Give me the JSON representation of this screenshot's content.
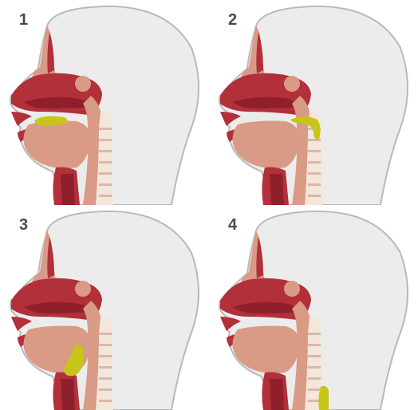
{
  "panels": [
    {
      "label": "1",
      "bolus_stage": "oral"
    },
    {
      "label": "2",
      "bolus_stage": "back-of-tongue"
    },
    {
      "label": "3",
      "bolus_stage": "pharynx"
    },
    {
      "label": "4",
      "bolus_stage": "esophagus"
    }
  ],
  "colors": {
    "head_fill": "#ececec",
    "head_stroke": "#b9b9b9",
    "skin": "#d99a86",
    "muscle": "#b1303a",
    "muscle_dark": "#8f1f2b",
    "bone": "#f3e6da",
    "spine_disc": "#d8b9a6",
    "bolus": "#c8c51a"
  }
}
